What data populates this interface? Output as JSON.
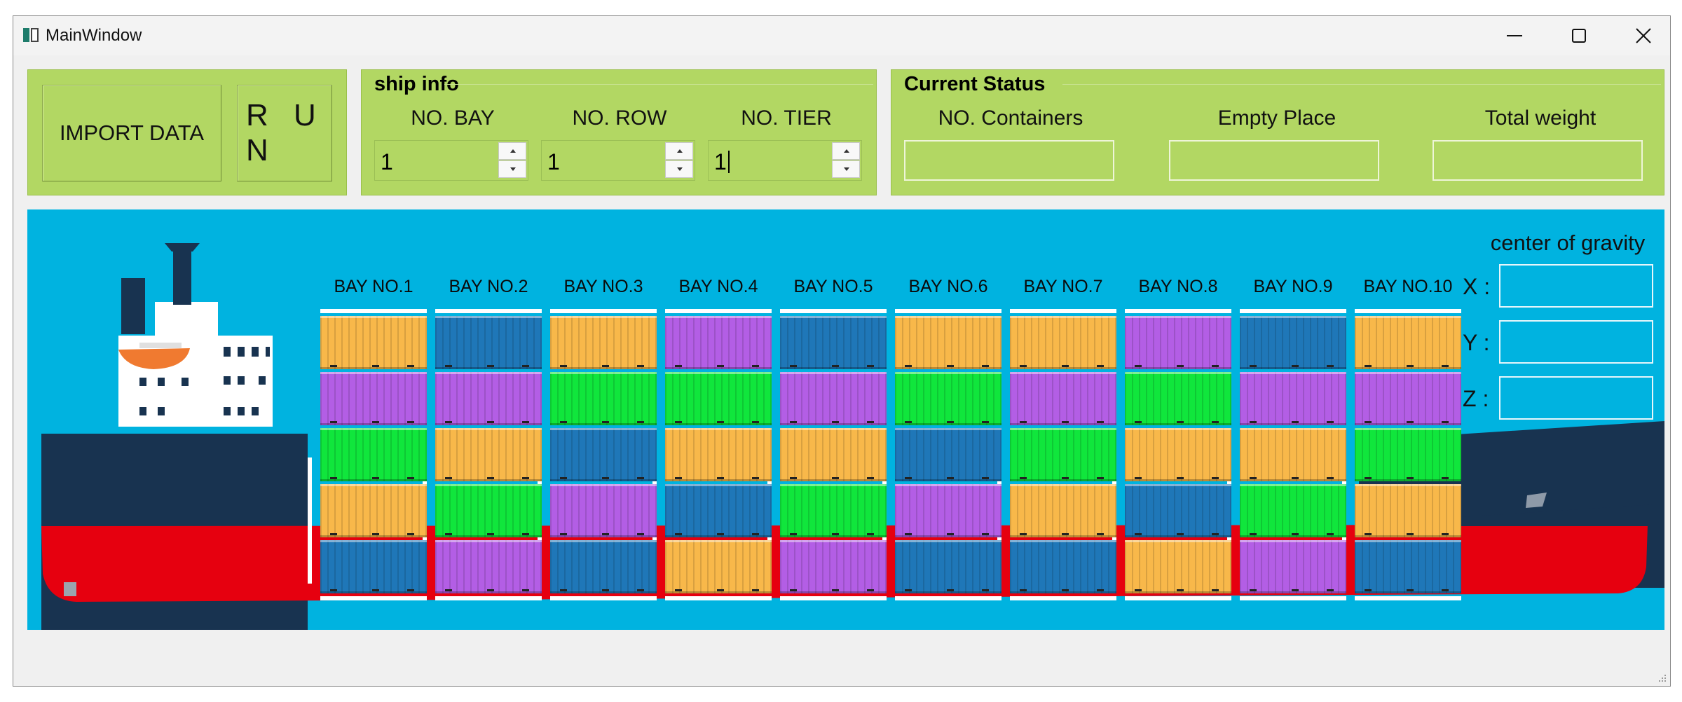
{
  "window": {
    "title": "MainWindow"
  },
  "title_bar_buttons": {
    "minimize": "minimize-icon",
    "maximize": "maximize-icon",
    "close": "close-icon"
  },
  "buttons": {
    "import": "IMPORT DATA",
    "run": "R U N"
  },
  "ship_info": {
    "title": "ship info",
    "bay_label": "NO. BAY",
    "bay_value": "1",
    "row_label": "NO. ROW",
    "row_value": "1",
    "tier_label": "NO. TIER",
    "tier_value": "1"
  },
  "current_status": {
    "title": "Current Status",
    "labels": [
      "NO. Containers",
      "Empty Place",
      "Total weight"
    ],
    "values": [
      "",
      "",
      ""
    ]
  },
  "cog": {
    "title": "center of gravity",
    "labels": [
      "X :",
      "Y :",
      "Z :"
    ],
    "values": [
      "",
      "",
      ""
    ]
  },
  "colors": {
    "panel_green": "#b2d763",
    "sea_blue": "#00b3e0",
    "orange": "#f8b84a",
    "blue": "#1f77b8",
    "purple": "#b35ee5",
    "green": "#10e63c",
    "hull_dark": "#183350",
    "hull_red": "#e6000f"
  },
  "bays": [
    {
      "label": "BAY NO.1",
      "stack": [
        "orange",
        "purple",
        "green",
        "orange",
        "blue"
      ]
    },
    {
      "label": "BAY NO.2",
      "stack": [
        "blue",
        "purple",
        "orange",
        "green",
        "purple"
      ]
    },
    {
      "label": "BAY NO.3",
      "stack": [
        "orange",
        "green",
        "blue",
        "purple",
        "blue"
      ]
    },
    {
      "label": "BAY NO.4",
      "stack": [
        "purple",
        "green",
        "orange",
        "blue",
        "orange"
      ]
    },
    {
      "label": "BAY NO.5",
      "stack": [
        "blue",
        "purple",
        "orange",
        "green",
        "purple"
      ]
    },
    {
      "label": "BAY NO.6",
      "stack": [
        "orange",
        "green",
        "blue",
        "purple",
        "blue"
      ]
    },
    {
      "label": "BAY NO.7",
      "stack": [
        "orange",
        "purple",
        "green",
        "orange",
        "blue"
      ]
    },
    {
      "label": "BAY NO.8",
      "stack": [
        "purple",
        "green",
        "orange",
        "blue",
        "orange"
      ]
    },
    {
      "label": "BAY NO.9",
      "stack": [
        "blue",
        "purple",
        "orange",
        "green",
        "purple"
      ]
    },
    {
      "label": "BAY NO.10",
      "stack": [
        "orange",
        "purple",
        "green",
        "orange",
        "blue"
      ]
    }
  ]
}
